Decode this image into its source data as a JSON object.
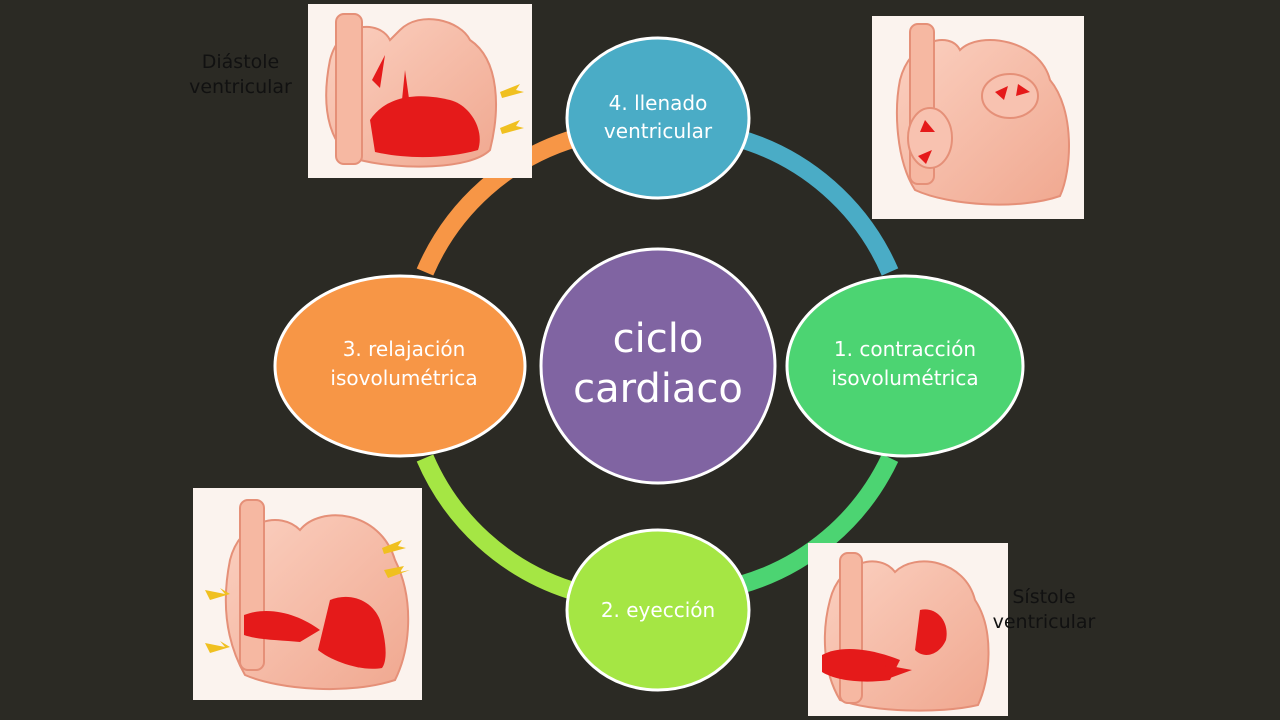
{
  "diagram": {
    "center_label_lines": [
      "ciclo",
      "cardiaco"
    ],
    "phases": [
      {
        "id": "phase-4",
        "lines": [
          "4. llenado",
          "ventricular"
        ],
        "color": "#4aacc6"
      },
      {
        "id": "phase-1",
        "lines": [
          "1. contracción",
          "isovolumétrica"
        ],
        "color": "#4cd472"
      },
      {
        "id": "phase-2",
        "lines": [
          "2. eyección"
        ],
        "color": "#a5e644"
      },
      {
        "id": "phase-3",
        "lines": [
          "3. relajación",
          "isovolumétrica"
        ],
        "color": "#f79646"
      }
    ],
    "center_color": "#8064a2"
  },
  "labels": {
    "diastole_line1": "Diástole",
    "diastole_line2": "ventricular",
    "systole_line1": "Sístole",
    "systole_line2": "ventricular"
  },
  "images": [
    {
      "name": "heart-diastole-illustration",
      "caption_ref": "diastole"
    },
    {
      "name": "heart-atrial-contraction-illustration"
    },
    {
      "name": "heart-relaxation-illustration"
    },
    {
      "name": "heart-ejection-illustration"
    }
  ]
}
